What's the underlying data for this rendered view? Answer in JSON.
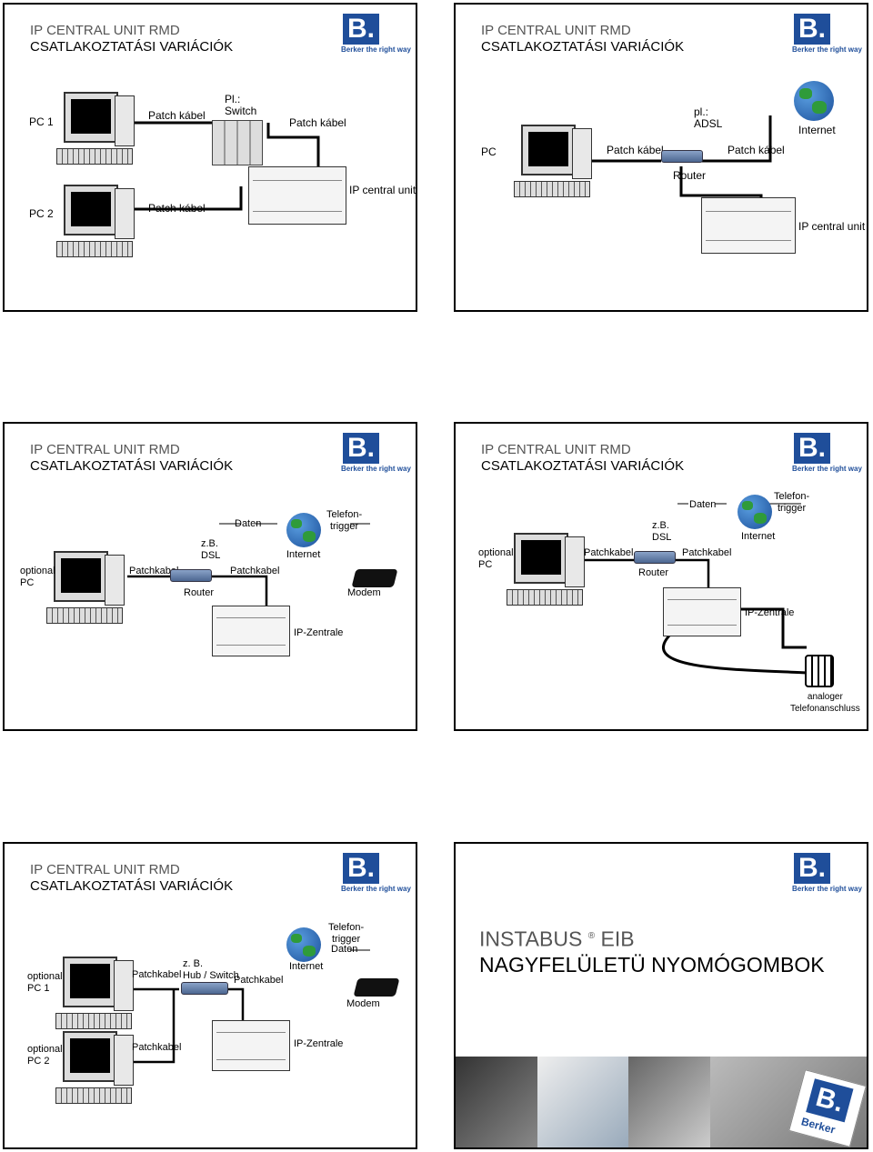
{
  "header": {
    "line1": "IP CENTRAL UNIT RMD",
    "line2": "CSATLAKOZTATÁSI VARIÁCIÓK"
  },
  "logo": {
    "letter": "B.",
    "tagline": "Berker the right way"
  },
  "slides": {
    "s1": {
      "pc1": "PC 1",
      "pc2": "PC 2",
      "patch1": "Patch kábel",
      "patch2": "Patch kábel",
      "patch3": "Patch kábel",
      "switch_line1": "Pl.:",
      "switch_line2": "Switch",
      "ip": "IP central unit"
    },
    "s2": {
      "pc": "PC",
      "patch1": "Patch kábel",
      "patch2": "Patch kábel",
      "adsl_line1": "pl.:",
      "adsl_line2": "ADSL",
      "internet": "Internet",
      "router": "Router",
      "ip": "IP central unit"
    },
    "s3": {
      "pc_line1": "optional",
      "pc_line2": "PC",
      "patch1": "Patchkabel",
      "patch2": "Patchkabel",
      "zb1": "z.B.",
      "zb2": "DSL",
      "router": "Router",
      "daten": "Daten",
      "internet": "Internet",
      "tel1": "Telefon-",
      "tel2": "trigger",
      "modem": "Modem",
      "ip": "IP-Zentrale"
    },
    "s4": {
      "pc_line1": "optional",
      "pc_line2": "PC",
      "patch1": "Patchkabel",
      "patch2": "Patchkabel",
      "zb1": "z.B.",
      "zb2": "DSL",
      "router": "Router",
      "daten": "Daten",
      "internet": "Internet",
      "tel1": "Telefon-",
      "tel2": "trigger",
      "ip": "IP-Zentrale",
      "analog1": "analoger",
      "analog2": "Telefonanschluss"
    },
    "s5": {
      "pc1_line1": "optional",
      "pc1_line2": "PC 1",
      "pc2_line1": "optional",
      "pc2_line2": "PC 2",
      "patch1": "Patchkabel",
      "patch2": "Patchkabel",
      "patch3": "Patchkabel",
      "hub1": "z. B.",
      "hub2": "Hub / Switch",
      "internet": "Internet",
      "tel1": "Telefon-",
      "tel2": "trigger",
      "daten": "Daten",
      "modem": "Modem",
      "ip": "IP-Zentrale"
    },
    "s6": {
      "title1": "INSTABUS",
      "reg": "®",
      "title2": "EIB",
      "subtitle": "NAGYFELÜLETÜ NYOMÓGOMBOK",
      "badge": "Berker"
    }
  }
}
